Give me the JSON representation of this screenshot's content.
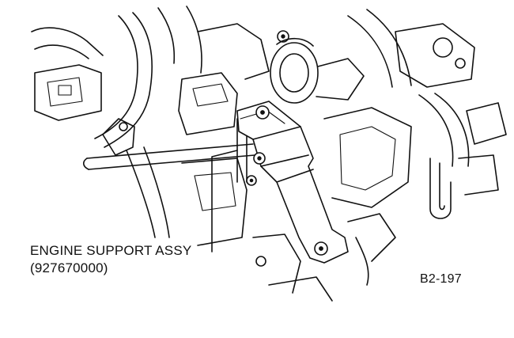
{
  "callout": {
    "part_name": "ENGINE SUPPORT ASSY",
    "part_number": "(927670000)"
  },
  "figure": {
    "code": "B2-197"
  },
  "colors": {
    "ink": "#111111",
    "paper": "#ffffff"
  },
  "icons": [
    "engine-support-bracket-icon",
    "throttle-body-icon",
    "bolt-icon"
  ]
}
